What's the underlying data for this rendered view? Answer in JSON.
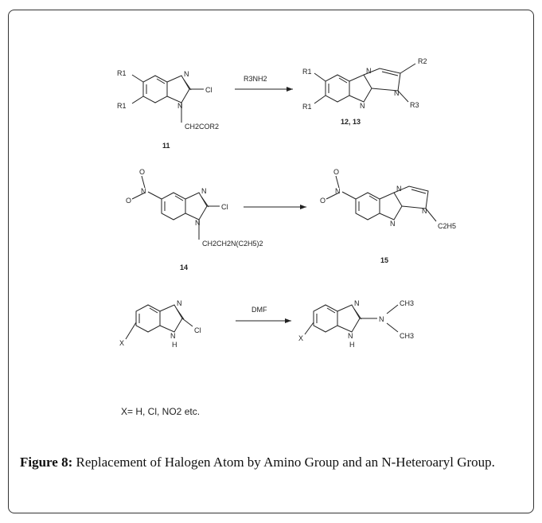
{
  "reaction1": {
    "reactant_number": "11",
    "product_number": "12, 13",
    "reagent": "R3NH2",
    "substituents": {
      "r1": "R1",
      "r2": "R2",
      "r3": "R3",
      "n": "N",
      "cl": "Cl",
      "chain": "CH2COR2"
    }
  },
  "reaction2": {
    "reactant_number": "14",
    "product_number": "15",
    "substituents": {
      "o": "O",
      "n": "N",
      "cl": "Cl",
      "chain": "CH2CH2N(C2H5)2",
      "ethyl": "C2H5"
    }
  },
  "reaction3": {
    "reagent": "DMF",
    "substituents": {
      "x": "X",
      "n": "N",
      "nh": "H",
      "cl": "Cl",
      "me": "CH3"
    }
  },
  "x_note": "X= H, Cl, NO2 etc.",
  "caption": {
    "label": "Figure 8:",
    "text": " Replacement of Halogen Atom by Amino Group and an N-Heteroaryl Group."
  }
}
